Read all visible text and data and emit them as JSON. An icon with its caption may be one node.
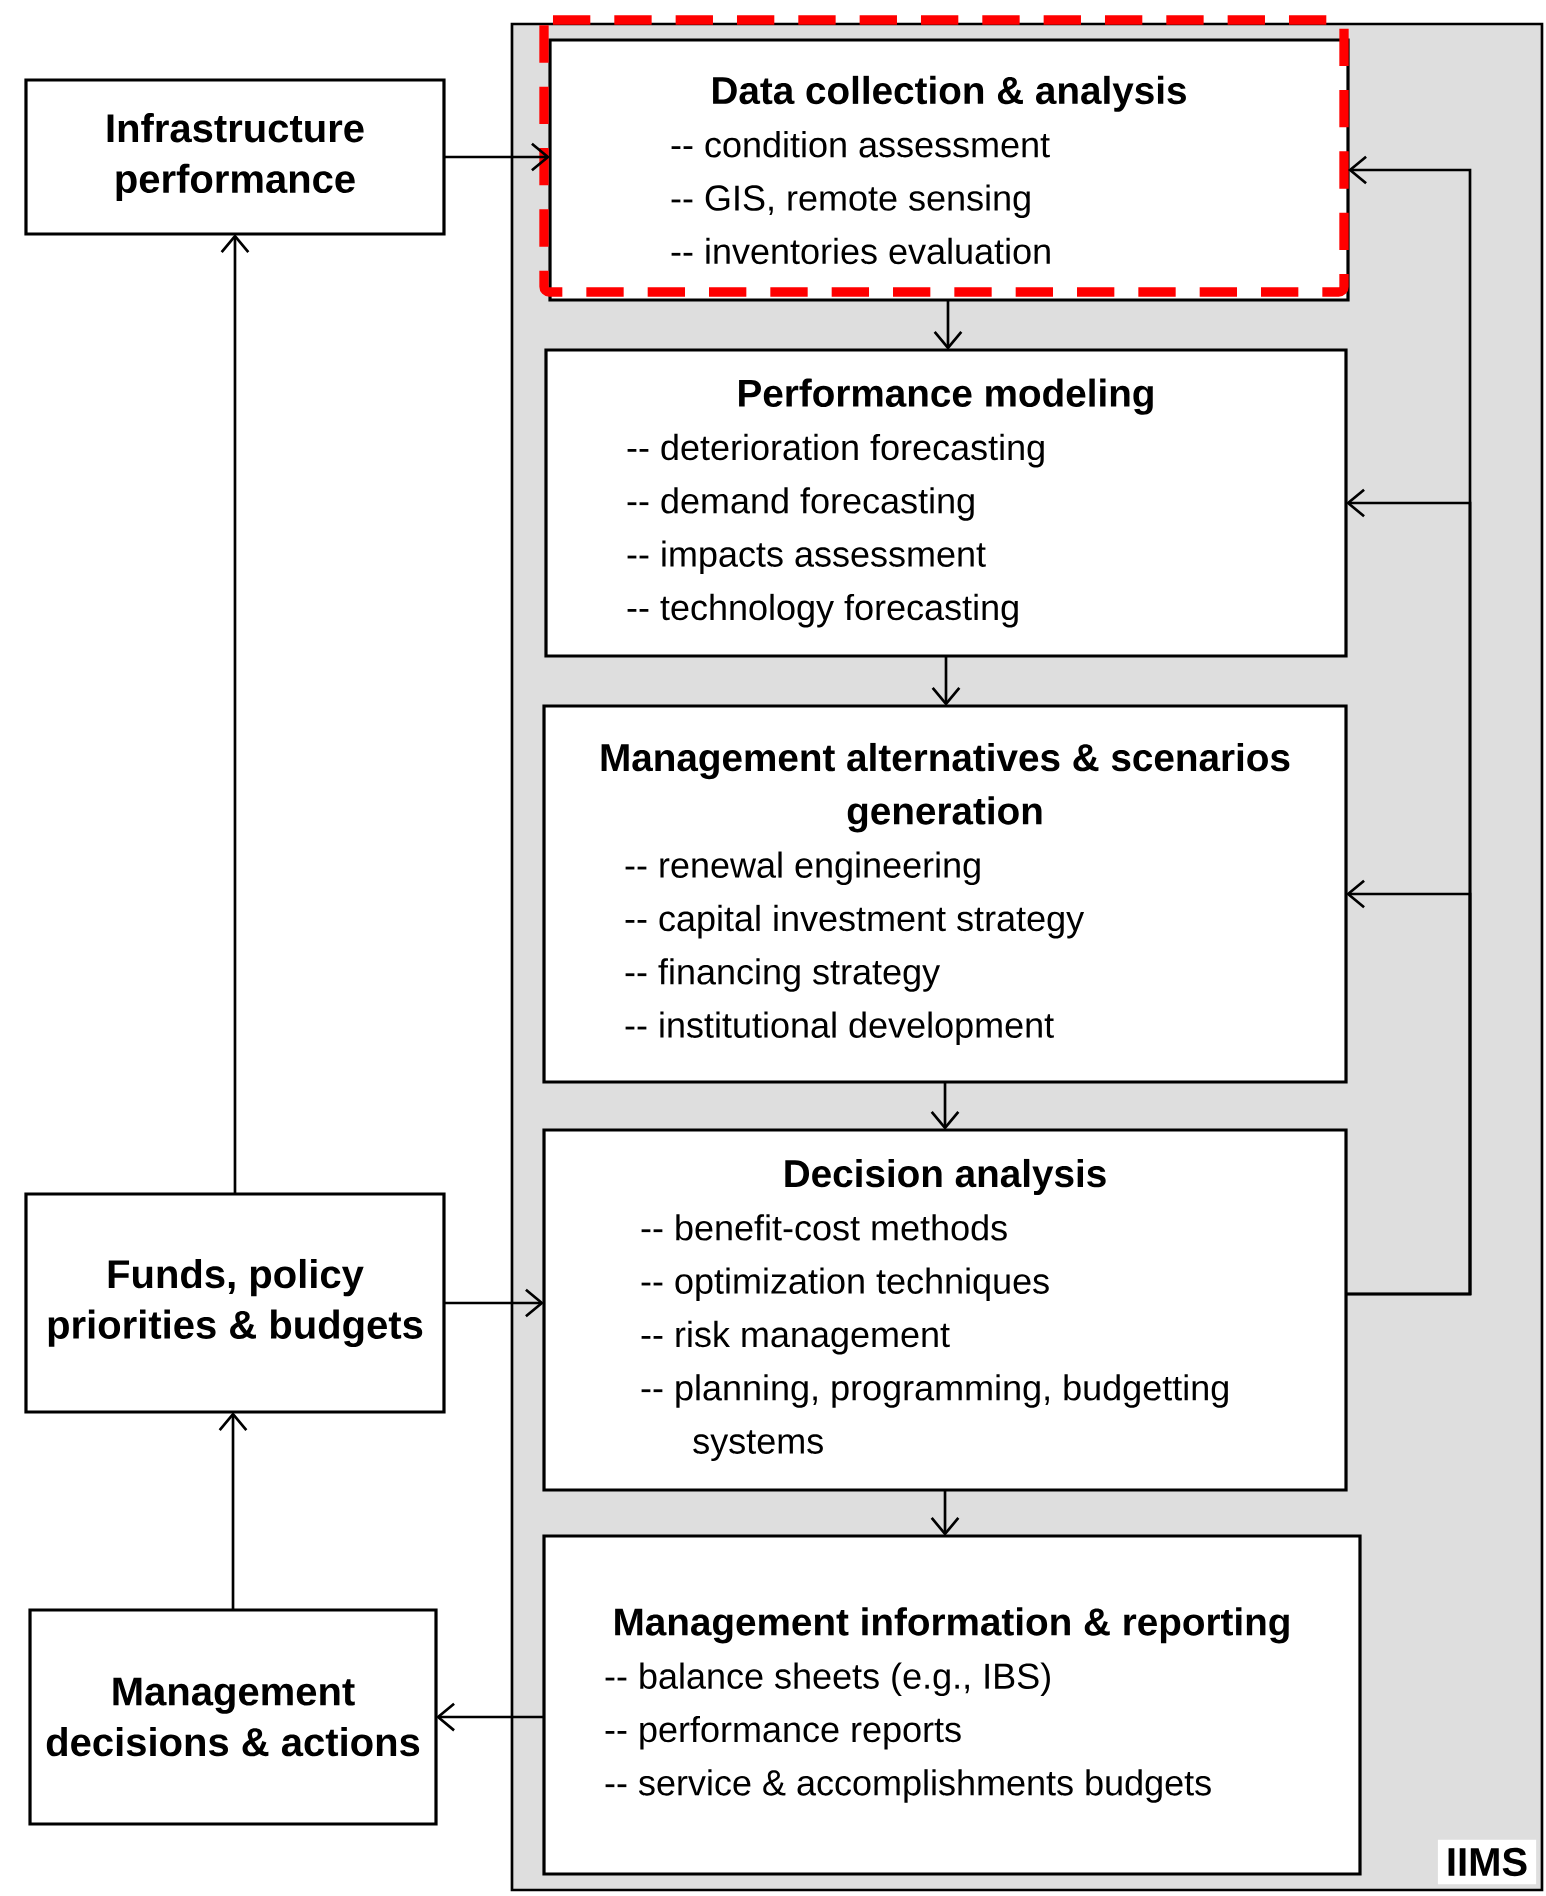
{
  "diagram": {
    "nodes": [
      {
        "text": [
          "Infrastructure performance"
        ]
      },
      {
        "text": [
          "IIMS"
        ]
      },
      {
        "text": [
          "Data collection & analysis",
          "-- condition assessment",
          "-- GIS, remote sensing",
          "-- inventories evaluation"
        ],
        "in": 1
      },
      {
        "text": [
          "Performance modeling",
          "-- deterioration forecasting",
          "-- demand forecasting",
          "-- impacts assessment",
          "-- technology forecasting"
        ],
        "in": 1
      },
      {
        "text": [
          "Management alternatives & scenarios generation",
          "-- renewal engineering",
          "-- capital investment strategy",
          "-- financing strategy",
          "-- institutional development"
        ],
        "in": 1
      },
      {
        "text": [
          "Decision analysis",
          "-- benefit-cost methods",
          "-- optimization techniques",
          "-- risk management",
          "-- planning, programming, budgetting systems"
        ],
        "in": 1
      },
      {
        "text": [
          "Management information & reporting",
          "-- balance sheets (e.g., IBS)",
          "-- performance reports",
          "-- service & accomplishments budgets"
        ],
        "in": 1
      },
      {
        "text": [
          "Funds, policy priorities & budgets"
        ]
      },
      {
        "text": [
          "Management decisions & actions"
        ]
      }
    ],
    "edges": [
      {
        "from": 0,
        "to": 2,
        "arrow": "to"
      },
      {
        "from": 2,
        "to": 3,
        "arrow": "to"
      },
      {
        "from": 3,
        "to": 4,
        "arrow": "to"
      },
      {
        "from": 4,
        "to": 5,
        "arrow": "to"
      },
      {
        "from": 5,
        "to": 6,
        "arrow": "to"
      },
      {
        "from": 5,
        "to": 2,
        "arrow": "to"
      },
      {
        "from": 5,
        "to": 3,
        "arrow": "to"
      },
      {
        "from": 5,
        "to": 4,
        "arrow": "to"
      },
      {
        "from": 7,
        "to": 5,
        "arrow": "to"
      },
      {
        "from": 7,
        "to": 0,
        "arrow": "to"
      },
      {
        "from": 6,
        "to": 8,
        "arrow": "to"
      },
      {
        "from": 8,
        "to": 7,
        "arrow": "to"
      }
    ]
  }
}
